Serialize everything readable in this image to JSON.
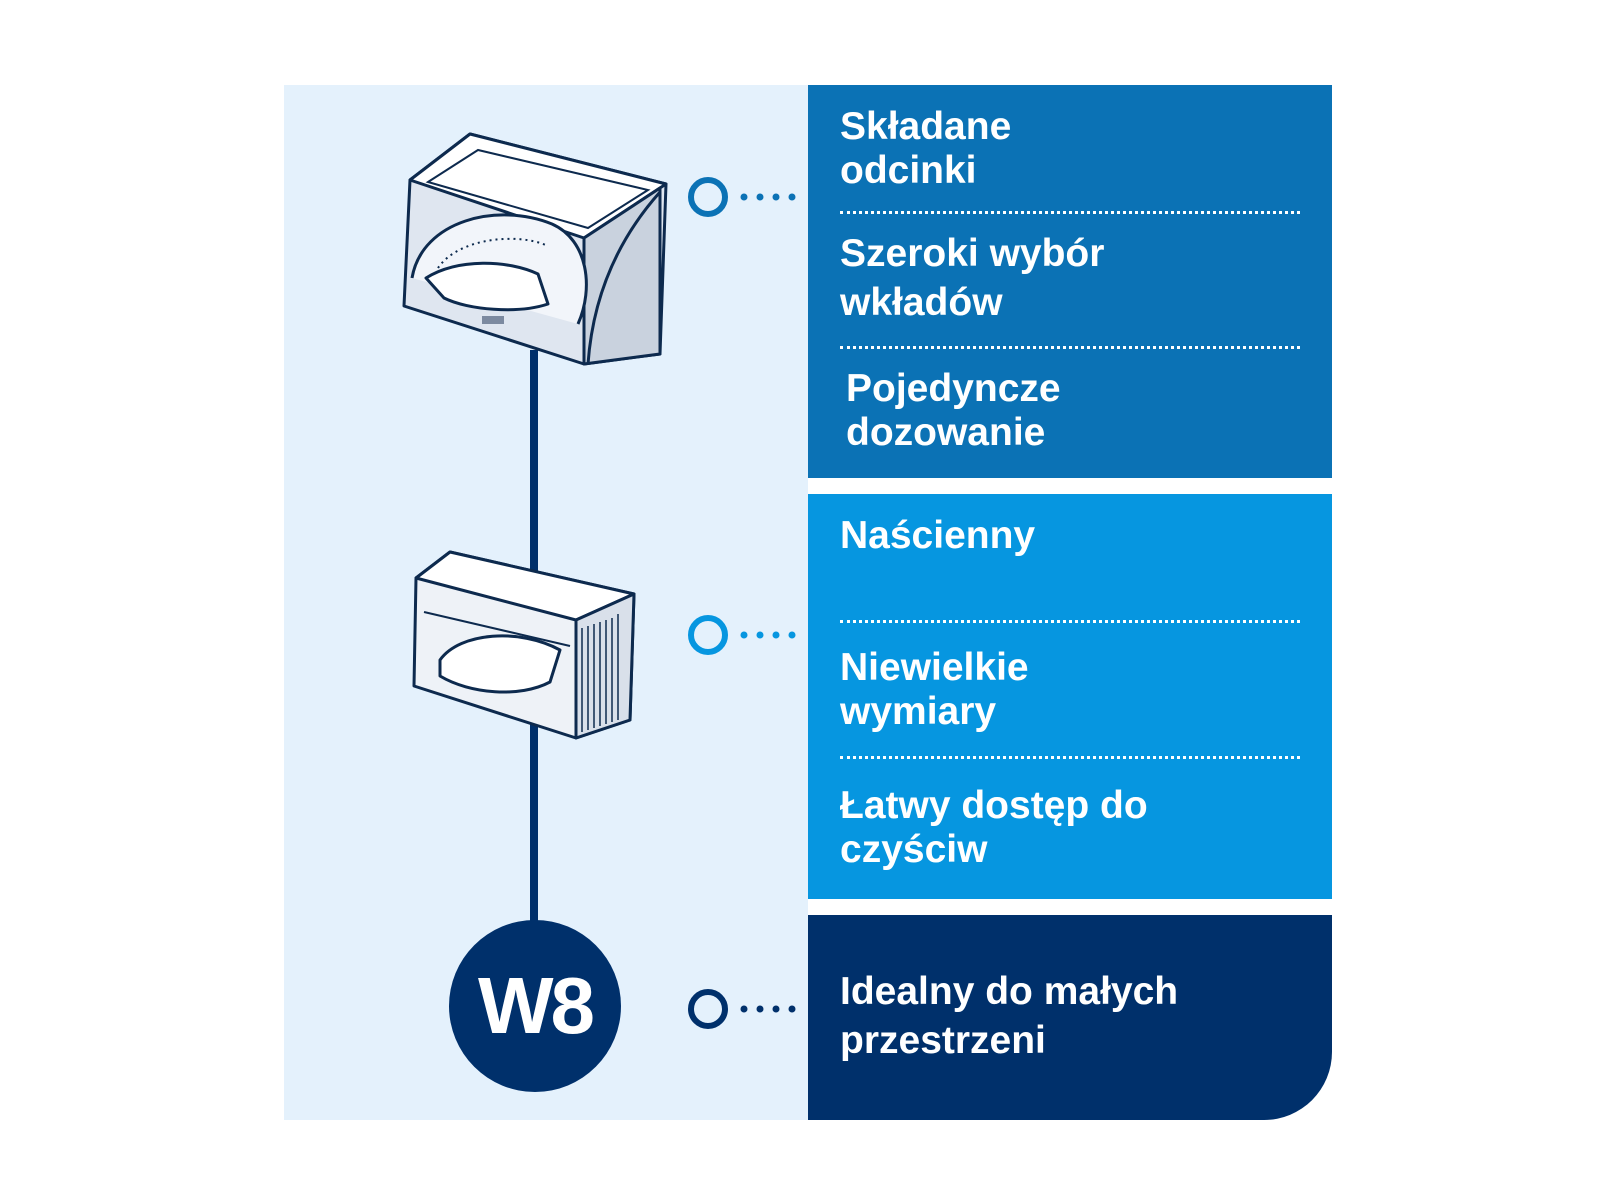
{
  "product_code": "W8",
  "groups": [
    {
      "accent": "#0b72b5",
      "features": [
        "Składane\nodcinki",
        "Szeroki wybór\nwkładów",
        "Pojedyncze\ndozowanie"
      ]
    },
    {
      "accent": "#0696e0",
      "features": [
        "Naścienny",
        "Niewielkie\nwymiary",
        "Łatwy dostęp do\nczyściw"
      ]
    },
    {
      "accent": "#00306b",
      "features": [
        "Idealny do małych\nprzestrzeni"
      ]
    }
  ],
  "icons": {
    "dispenser_top": "curved-dispenser-icon",
    "dispenser_mid": "wall-dispenser-icon",
    "connector": "circle-dotted-connector-icon"
  },
  "colors": {
    "background_left": "#e4f1fc",
    "navy": "#00306b",
    "mid_blue": "#0b72b5",
    "light_blue": "#0696e0"
  }
}
